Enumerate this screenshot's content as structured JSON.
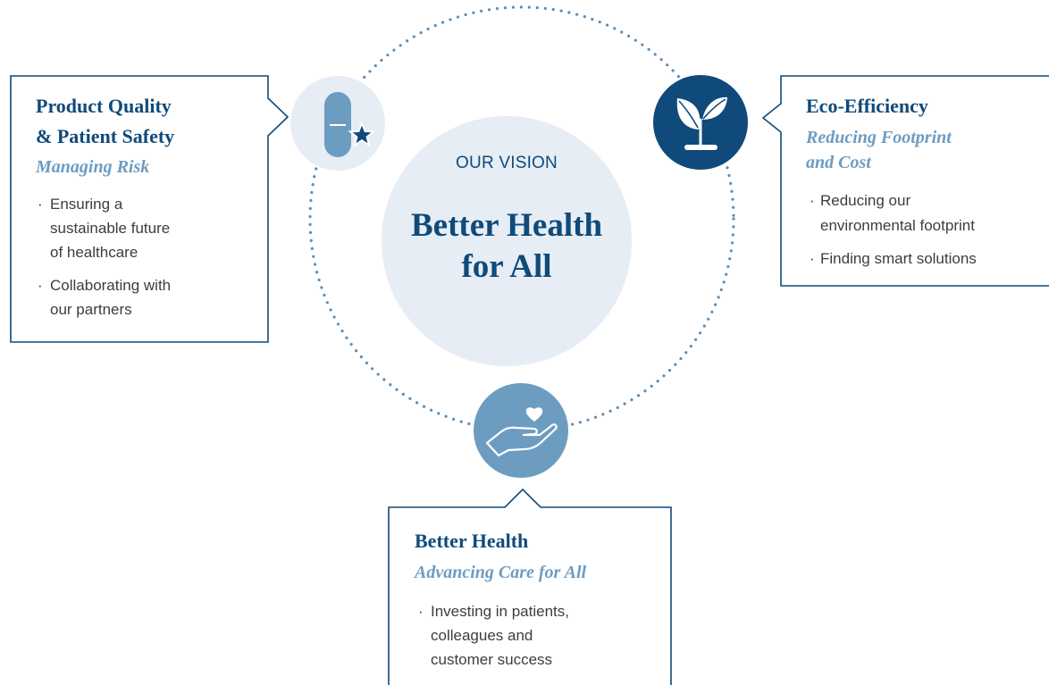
{
  "vision": {
    "kicker": "OUR VISION",
    "title_line1": "Better Health",
    "title_line2": "for All"
  },
  "pillars": {
    "product_quality": {
      "title_line1": "Product Quality",
      "title_line2": "& Patient Safety",
      "subtitle": "Managing Risk",
      "bullets": [
        [
          "Ensuring a",
          "sustainable future",
          "of healthcare"
        ],
        [
          "Collaborating with",
          "our partners"
        ]
      ],
      "icon": "capsule-star-icon"
    },
    "eco_efficiency": {
      "title": "Eco-Efficiency",
      "subtitle_line1": "Reducing Footprint",
      "subtitle_line2": "and Cost",
      "bullets": [
        [
          "Reducing our",
          "environmental footprint"
        ],
        [
          "Finding smart solutions"
        ]
      ],
      "icon": "plant-icon"
    },
    "better_health": {
      "title": "Better Health",
      "subtitle": "Advancing Care for All",
      "bullets": [
        [
          "Investing in patients,",
          "colleagues and",
          "customer success"
        ]
      ],
      "icon": "hand-heart-icon"
    }
  },
  "colors": {
    "navy": "#0f4a7a",
    "light_blue": "#6d9cc1",
    "pale_circle": "#e6edf4",
    "dots": "#5b8db8",
    "body_text": "#3d3d3d"
  }
}
